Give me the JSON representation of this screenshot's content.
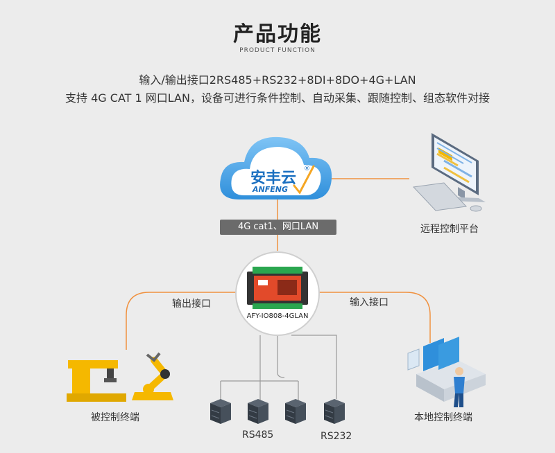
{
  "header": {
    "title": "产品功能",
    "subtitle": "PRODUCT FUNCTION",
    "desc_line1": "输入/输出接口2RS485+RS232+8DI+8DO+4G+LAN",
    "desc_line2": "支持 4G CAT 1 网口LAN，设备可进行条件控制、自动采集、跟随控制、组态软件对接"
  },
  "cloud": {
    "logo_cn": "安丰云",
    "logo_en": "ANFENG",
    "reg": "®"
  },
  "network_badge": "4G cat1、网口LAN",
  "device": {
    "model": "AFY-IO808-4GLAN"
  },
  "labels": {
    "remote_platform": "远程控制平台",
    "output_port": "输出接口",
    "input_port": "输入接口",
    "controlled_terminal": "被控制终端",
    "local_terminal": "本地控制终端",
    "rs485": "RS485",
    "rs232": "RS232"
  },
  "colors": {
    "orange_line": "#f0913f",
    "gray_line": "#9a9a9a",
    "cloud_blue": "#3a9be0",
    "robot_yellow": "#f5b800"
  }
}
